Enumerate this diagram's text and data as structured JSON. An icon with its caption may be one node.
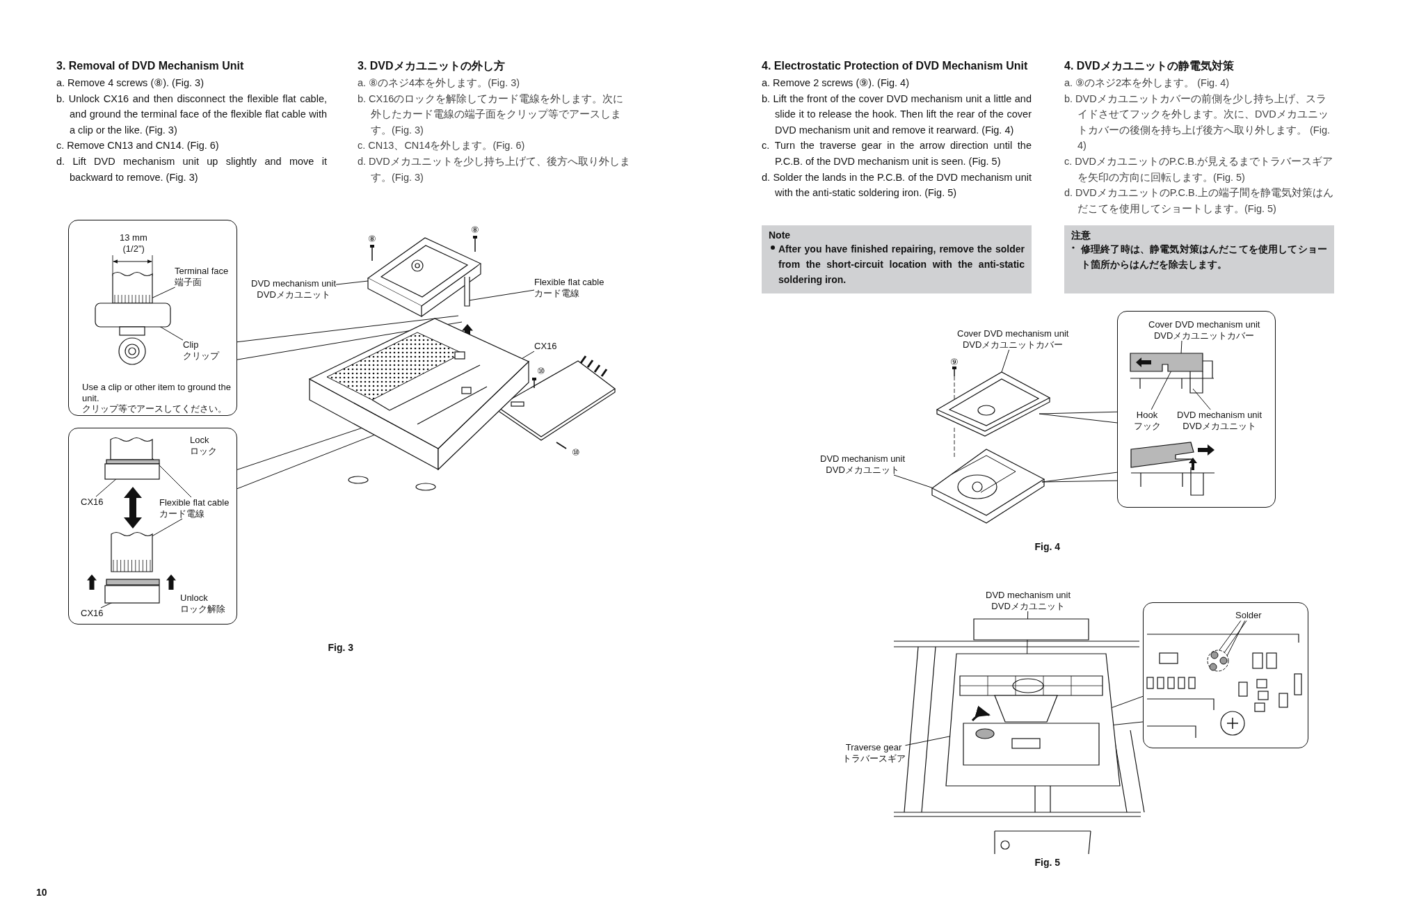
{
  "diagram": {
    "nodes": [
      {
        "text": [
          "Note",
          "After you have finished repairing, remove the solder from the short-circuit location with the anti-static soldering iron."
        ]
      },
      {
        "text": [
          "注意",
          "修理終了時は、静電気対策はんだこてを使用してショート箇所からはんだを除去します。"
        ]
      },
      {
        "text": [
          "Use a clip or other item to ground the unit.",
          "クリップ等でアースしてください。"
        ]
      },
      {
        "text": [
          "Terminal face",
          "端子面"
        ],
        "in": 2
      },
      {
        "text": [
          "Clip",
          "クリップ"
        ],
        "in": 2
      },
      {
        "text": [],
        "shape": "picture",
        "in": 2
      },
      {
        "text": [],
        "shape": "box"
      },
      {
        "text": [
          "CX16"
        ],
        "in": 6
      },
      {
        "text": [
          "Flexible flat cable",
          "カード電線"
        ],
        "in": 6
      },
      {
        "text": [
          "CX16"
        ],
        "in": 6
      },
      {
        "text": [],
        "shape": "picture",
        "in": 6
      },
      {
        "text": [
          "DVD mechanism unit",
          "DVDメカユニット"
        ]
      },
      {
        "text": [
          "Flexible flat cable",
          "カード電線"
        ]
      },
      {
        "text": [
          "CX16"
        ]
      },
      {
        "text": [],
        "shape": "picture"
      },
      {
        "text": [
          "Cover DVD mechanism unit",
          "DVDメカユニットカバー"
        ]
      },
      {
        "text": [
          "DVD mechanism unit",
          "DVDメカユニット"
        ]
      },
      {
        "text": [],
        "shape": "picture"
      },
      {
        "text": [],
        "shape": "box"
      },
      {
        "text": [
          "Cover DVD mechanism unit",
          "DVDメカユニットカバー"
        ],
        "in": 18
      },
      {
        "text": [
          "Hook",
          "フック"
        ],
        "in": 18
      },
      {
        "text": [
          "DVD mechanism unit",
          "DVDメカユニット"
        ],
        "in": 18
      },
      {
        "text": [],
        "shape": "picture",
        "in": 18
      },
      {
        "text": [
          "DVD mechanism unit",
          "DVDメカユニット"
        ]
      },
      {
        "text": [
          "Traverse gear",
          "トラバースギア"
        ]
      },
      {
        "text": [],
        "shape": "picture"
      },
      {
        "text": [],
        "shape": "box"
      },
      {
        "text": [
          "Solder"
        ],
        "in": 26
      },
      {
        "text": [],
        "shape": "picture",
        "in": 26
      }
    ],
    "edges": [
      {
        "from": 3,
        "to": 5,
        "arrow": "none"
      },
      {
        "from": 4,
        "to": 5,
        "arrow": "none"
      },
      {
        "from": 2,
        "to": 14,
        "arrow": "none"
      },
      {
        "from": 2,
        "to": 14,
        "arrow": "none"
      },
      {
        "from": 7,
        "to": 10,
        "arrow": "none"
      },
      {
        "from": 8,
        "to": 10,
        "arrow": "none"
      },
      {
        "from": 8,
        "to": 10,
        "arrow": "none"
      },
      {
        "from": 9,
        "to": 10,
        "arrow": "none"
      },
      {
        "from": 6,
        "to": 14,
        "arrow": "none"
      },
      {
        "from": 6,
        "to": 14,
        "arrow": "none"
      },
      {
        "from": 11,
        "to": 14,
        "arrow": "none"
      },
      {
        "from": 12,
        "to": 14,
        "arrow": "none"
      },
      {
        "from": 13,
        "to": 14,
        "arrow": "none"
      },
      {
        "from": 15,
        "to": 17,
        "arrow": "none"
      },
      {
        "from": 16,
        "to": 17,
        "arrow": "none"
      },
      {
        "from": 18,
        "to": 17,
        "arrow": "none"
      },
      {
        "from": 18,
        "to": 17,
        "arrow": "none"
      },
      {
        "from": 18,
        "to": 17,
        "arrow": "none"
      },
      {
        "from": 18,
        "to": 17,
        "arrow": "none"
      },
      {
        "from": 19,
        "to": 22,
        "arrow": "none"
      },
      {
        "from": 20,
        "to": 22,
        "arrow": "none"
      },
      {
        "from": 21,
        "to": 22,
        "arrow": "none"
      },
      {
        "from": 23,
        "to": 25,
        "arrow": "none"
      },
      {
        "from": 24,
        "to": 25,
        "arrow": "none"
      },
      {
        "from": 26,
        "to": 25,
        "arrow": "none"
      },
      {
        "from": 26,
        "to": 25,
        "arrow": "none"
      },
      {
        "from": 27,
        "to": 28,
        "arrow": "none"
      },
      {
        "from": 27,
        "to": 28,
        "arrow": "none"
      },
      {
        "from": 27,
        "to": 28,
        "arrow": "none"
      }
    ],
    "labels": [
      "3. Removal of DVD Mechanism Unit",
      "a. Remove 4 screws (⑧). (Fig. 3)",
      "b. Unlock CX16 and then disconnect the flexible flat cable, and ground the terminal face of the flexible flat cable with a clip or the like. (Fig. 3)",
      "c. Remove CN13 and CN14. (Fig. 6)",
      "d. Lift DVD mechanism unit up slightly and move it backward to remove. (Fig. 3)",
      "3. DVDメカユニットの外し方",
      "a. ⑧のネジ4本を外します。(Fig. 3)",
      "b. CX16のロックを解除してカード電線を外します。次に外したカード電線の端子面をクリップ等でアースします。(Fig. 3)",
      "c. CN13、CN14を外します。(Fig. 6)",
      "d. DVDメカユニットを少し持ち上げて、後方へ取り外します。(Fig. 3)",
      "4. Electrostatic Protection of DVD Mechanism Unit",
      "a. Remove 2 screws (⑨). (Fig. 4)",
      "b. Lift the front of the cover DVD mechanism unit a little and slide it to release the hook. Then lift the rear of the cover DVD mechanism unit and remove it rearward. (Fig. 4)",
      "c. Turn the traverse gear in the arrow direction until the P.C.B. of the DVD mechanism unit is seen. (Fig. 5)",
      "d. Solder the lands in the P.C.B. of the DVD mechanism unit with the anti-static soldering iron. (Fig. 5)",
      "4. DVDメカユニットの静電気対策",
      "a. ⑨のネジ2本を外します。 (Fig. 4)",
      "b. DVDメカユニットカバーの前側を少し持ち上げ、スライドさせてフックを外します。次に、DVDメカユニットカバーの後側を持ち上げ後方へ取り外します。 (Fig. 4)",
      "c. DVDメカユニットのP.C.B.が見えるまでトラバースギアを矢印の方向に回転します。(Fig. 5)",
      "d. DVDメカユニットのP.C.B.上の端子間を静電気対策はんだこてを使用してショートします。(Fig. 5)",
      "10",
      "13 mm",
      "(1/2\")",
      "Lock",
      "ロック",
      "Unlock",
      "ロック解除",
      "⑧",
      "⑧",
      "⑩",
      "⑩",
      "Fig. 3",
      "⑨",
      "Fig. 4",
      "Fig. 5"
    ]
  }
}
